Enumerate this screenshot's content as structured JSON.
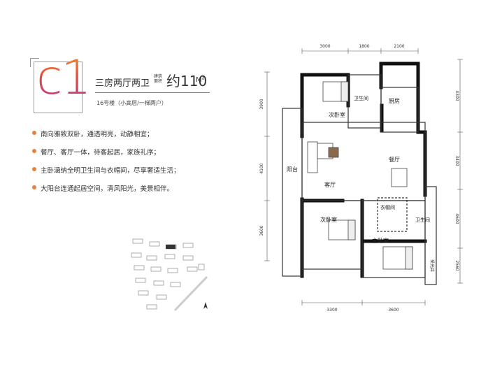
{
  "unit": {
    "code": "c1",
    "type": "三房两厅两卫",
    "area_note": "建筑面积",
    "area_value": "约110",
    "area_unit": "M²",
    "building": "16号楼（小高层/一梯两户）"
  },
  "features": [
    "南向雅致双卧，通透明亮，动静相宜；",
    "餐厅、客厅一体，待客起居，家族礼序；",
    "主卧涵纳全明卫生间与衣帽间，尽享奢适生活；",
    "大阳台连通起居空间，清风阳光，美景相伴。"
  ],
  "rooms": {
    "second_bedroom_top": "次卧室",
    "bathroom_top": "卫生间",
    "kitchen": "厨房",
    "dining": "餐厅",
    "balcony": "阳台",
    "living": "客厅",
    "closet": "衣帽间",
    "second_bedroom_bottom": "次卧室",
    "bathroom_right": "卫生间",
    "master_bedroom": "主卧室",
    "light_well": "采光井"
  },
  "dimensions": {
    "top": [
      "3000",
      "1800",
      "2100"
    ],
    "bottom": [
      "3300",
      "3600"
    ],
    "left": [
      "3900",
      "4100",
      "3600"
    ],
    "right": [
      "4300",
      "3400",
      "4600",
      "2560"
    ]
  },
  "colors": {
    "accent": "#e8823a",
    "wall": "#111111"
  }
}
